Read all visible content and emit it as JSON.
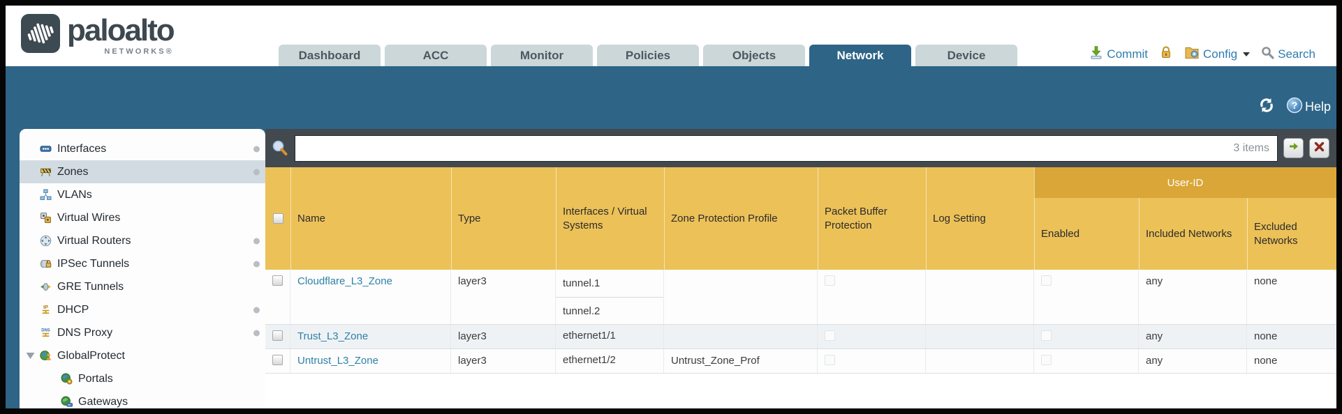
{
  "header": {
    "brand": {
      "name": "paloalto",
      "subtitle": "NETWORKS®"
    },
    "tabs": [
      {
        "label": "Dashboard",
        "active": false
      },
      {
        "label": "ACC",
        "active": false
      },
      {
        "label": "Monitor",
        "active": false
      },
      {
        "label": "Policies",
        "active": false
      },
      {
        "label": "Objects",
        "active": false
      },
      {
        "label": "Network",
        "active": true
      },
      {
        "label": "Device",
        "active": false
      }
    ],
    "actions": {
      "commit": "Commit",
      "config": "Config",
      "search": "Search"
    }
  },
  "subheader": {
    "help_label": "Help"
  },
  "sidebar": {
    "items": [
      {
        "label": "Interfaces",
        "icon": "interfaces-icon",
        "dot": true
      },
      {
        "label": "Zones",
        "icon": "zones-icon",
        "dot": true,
        "selected": true
      },
      {
        "label": "VLANs",
        "icon": "vlans-icon"
      },
      {
        "label": "Virtual Wires",
        "icon": "virtual-wires-icon"
      },
      {
        "label": "Virtual Routers",
        "icon": "virtual-routers-icon",
        "dot": true
      },
      {
        "label": "IPSec Tunnels",
        "icon": "ipsec-tunnels-icon",
        "dot": true
      },
      {
        "label": "GRE Tunnels",
        "icon": "gre-tunnels-icon"
      },
      {
        "label": "DHCP",
        "icon": "dhcp-icon",
        "dot": true
      },
      {
        "label": "DNS Proxy",
        "icon": "dns-proxy-icon",
        "dot": true
      },
      {
        "label": "GlobalProtect",
        "icon": "globalprotect-icon",
        "expanded": true
      },
      {
        "label": "Portals",
        "icon": "portals-icon",
        "indent": 1
      },
      {
        "label": "Gateways",
        "icon": "gateways-icon",
        "indent": 1
      }
    ]
  },
  "filterbar": {
    "value": "",
    "items_count": "3 items"
  },
  "table": {
    "group_header": "User-ID",
    "columns": {
      "name": "Name",
      "type": "Type",
      "interfaces": "Interfaces / Virtual Systems",
      "zone_protection": "Zone Protection Profile",
      "packet_buffer": "Packet Buffer Protection",
      "log_setting": "Log Setting",
      "enabled": "Enabled",
      "included": "Included Networks",
      "excluded": "Excluded Networks"
    },
    "rows": [
      {
        "name": "Cloudflare_L3_Zone",
        "type": "layer3",
        "interfaces": [
          "tunnel.1",
          "tunnel.2"
        ],
        "zone_protection": "",
        "packet_buffer_checked": false,
        "log_setting": "",
        "enabled_checked": false,
        "included": "any",
        "excluded": "none",
        "alt": false
      },
      {
        "name": "Trust_L3_Zone",
        "type": "layer3",
        "interfaces": [
          "ethernet1/1"
        ],
        "zone_protection": "",
        "packet_buffer_checked": false,
        "log_setting": "",
        "enabled_checked": false,
        "included": "any",
        "excluded": "none",
        "alt": true
      },
      {
        "name": "Untrust_L3_Zone",
        "type": "layer3",
        "interfaces": [
          "ethernet1/2"
        ],
        "zone_protection": "Untrust_Zone_Prof",
        "packet_buffer_checked": false,
        "log_setting": "",
        "enabled_checked": false,
        "included": "any",
        "excluded": "none",
        "alt": false
      }
    ]
  },
  "colors": {
    "accent_teal": "#2e6486",
    "header_amber": "#ecc158",
    "group_amber": "#d9a637",
    "link_blue": "#2e81a8",
    "action_blue": "#2d7cb0"
  }
}
